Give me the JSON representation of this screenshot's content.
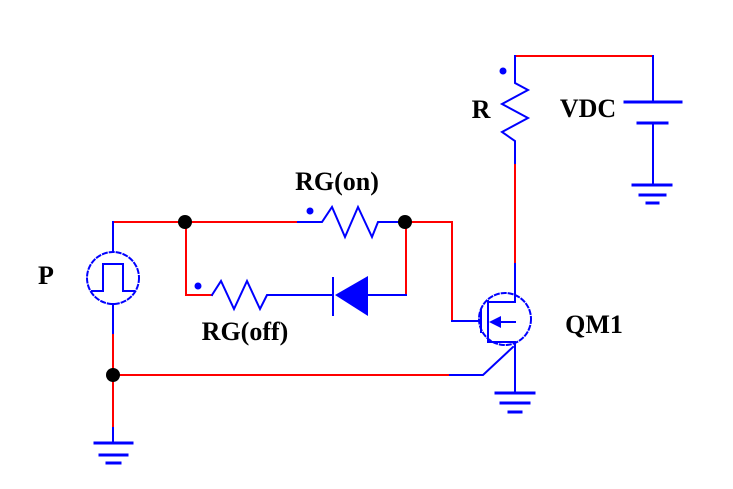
{
  "schematic": {
    "colors": {
      "page_background": "#ffffff",
      "net_red": "#ff0000",
      "component_blue": "#0000ff",
      "junction_black": "#000000",
      "pin_blue": "#0000ff",
      "label_black": "#000000"
    },
    "labels": {
      "pulse_source": "P",
      "gate_on_resistor": "RG(on)",
      "gate_off_resistor": "RG(off)",
      "load_resistor": "R",
      "dc_source": "VDC",
      "mosfet": "QM1"
    }
  }
}
